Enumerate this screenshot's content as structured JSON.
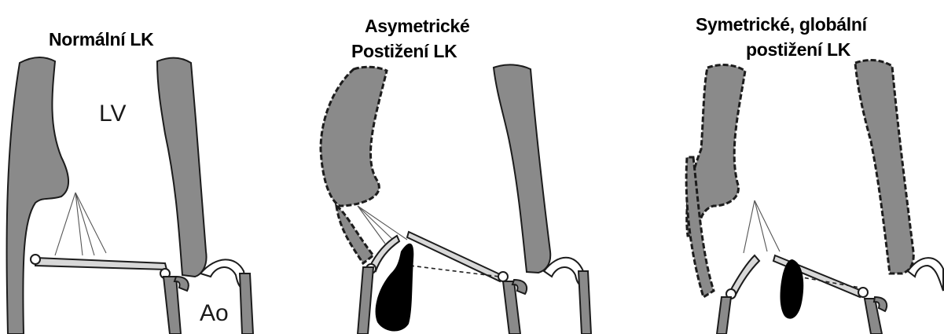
{
  "panels": [
    {
      "title_lines": [
        "Normální LK"
      ],
      "labels": [
        "LV",
        "Ao"
      ]
    },
    {
      "title_lines": [
        "Asymetrické",
        "Postižení LK"
      ]
    },
    {
      "title_lines": [
        "Symetrické, globální",
        "postižení LK"
      ]
    }
  ],
  "colors": {
    "wall": "#8a8a8a",
    "outline": "#1c1c1c",
    "jet": "#000000"
  }
}
